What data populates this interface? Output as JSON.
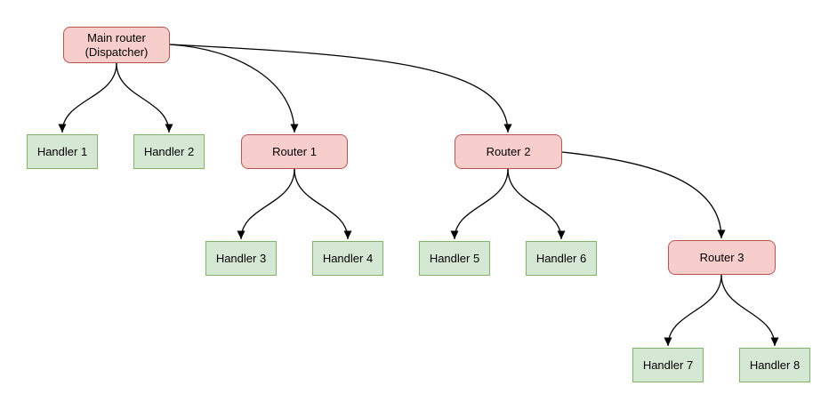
{
  "diagram": {
    "nodes": {
      "main_router": {
        "label": "Main router\n(Dispatcher)",
        "type": "router"
      },
      "handler1": {
        "label": "Handler 1",
        "type": "handler"
      },
      "handler2": {
        "label": "Handler 2",
        "type": "handler"
      },
      "router1": {
        "label": "Router 1",
        "type": "router"
      },
      "router2": {
        "label": "Router 2",
        "type": "router"
      },
      "handler3": {
        "label": "Handler 3",
        "type": "handler"
      },
      "handler4": {
        "label": "Handler 4",
        "type": "handler"
      },
      "handler5": {
        "label": "Handler 5",
        "type": "handler"
      },
      "handler6": {
        "label": "Handler 6",
        "type": "handler"
      },
      "router3": {
        "label": "Router 3",
        "type": "router"
      },
      "handler7": {
        "label": "Handler 7",
        "type": "handler"
      },
      "handler8": {
        "label": "Handler 8",
        "type": "handler"
      }
    },
    "edges": [
      {
        "from": "main_router",
        "to": "handler1"
      },
      {
        "from": "main_router",
        "to": "handler2"
      },
      {
        "from": "main_router",
        "to": "router1"
      },
      {
        "from": "main_router",
        "to": "router2"
      },
      {
        "from": "router1",
        "to": "handler3"
      },
      {
        "from": "router1",
        "to": "handler4"
      },
      {
        "from": "router2",
        "to": "handler5"
      },
      {
        "from": "router2",
        "to": "handler6"
      },
      {
        "from": "router2",
        "to": "router3"
      },
      {
        "from": "router3",
        "to": "handler7"
      },
      {
        "from": "router3",
        "to": "handler8"
      }
    ],
    "colors": {
      "router_fill": "#f8cecc",
      "router_border": "#b85450",
      "handler_fill": "#d5e8d4",
      "handler_border": "#82b366",
      "edge": "#000000",
      "background": "#ffffff"
    }
  }
}
